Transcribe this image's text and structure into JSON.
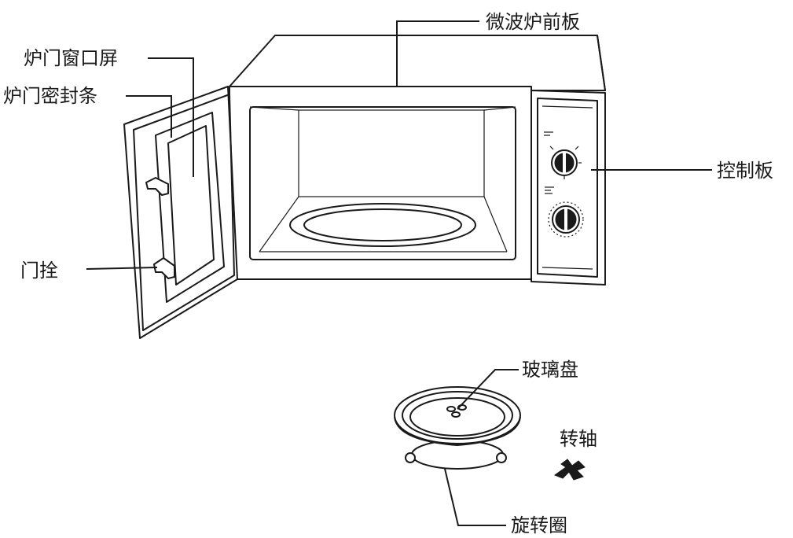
{
  "labels": {
    "front_panel": "微波炉前板",
    "door_window": "炉门窗口屏",
    "door_seal": "炉门密封条",
    "control_panel": "控制板",
    "door_latch": "门拴",
    "glass_tray": "玻璃盘",
    "shaft": "转轴",
    "roller_ring": "旋转圈"
  },
  "colors": {
    "ink": "#1a1a1a",
    "background": "#ffffff"
  }
}
